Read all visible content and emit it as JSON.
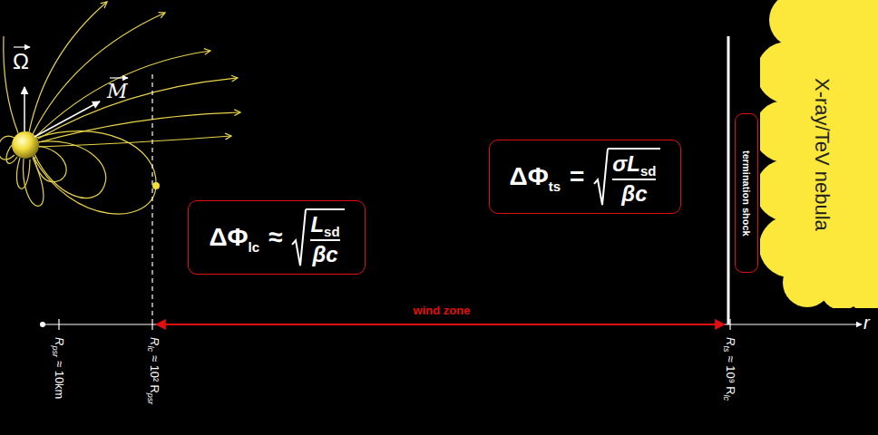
{
  "diagram": {
    "nodes": [
      {
        "text": [
          "ΔΦ",
          "lc",
          "≈",
          "L",
          "sd",
          "βc"
        ]
      },
      {
        "text": [
          "ΔΦ",
          "ts",
          "=",
          "σL",
          "sd",
          "βc"
        ]
      },
      {
        "text": [
          "termination shock"
        ]
      },
      {
        "text": [
          "X-ray/TeV nebula"
        ]
      }
    ],
    "labels": [
      "Ω",
      "M",
      "R",
      "psr",
      "≈ 10km",
      "R",
      "lc",
      "≈ 10²",
      "R",
      "psr",
      "R",
      "ts",
      "≈ 10⁹",
      "R",
      "lc",
      "wind zone",
      "r"
    ]
  }
}
